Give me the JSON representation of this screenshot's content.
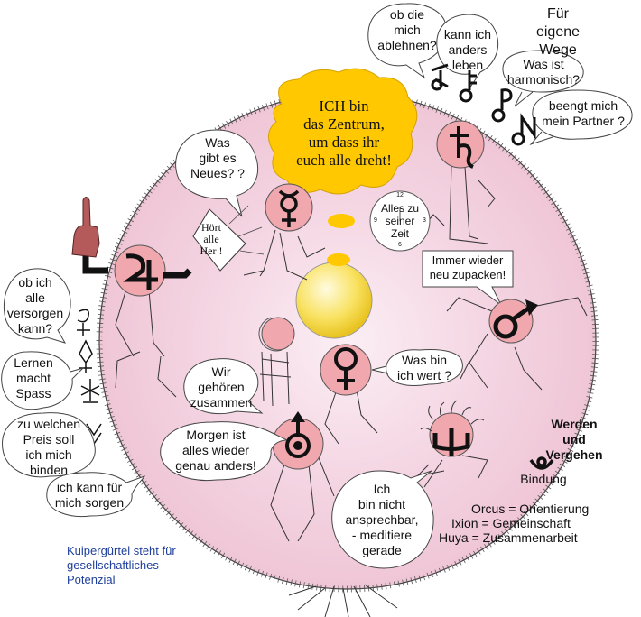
{
  "bubbles": {
    "top1": "ob die\nmich\nablehnen?",
    "top2": "kann ich\nanders\nleben",
    "fur": "Für\neigene\nWege",
    "harmonisch": "Was ist\nharmonisch?",
    "partner": "beengt mich\nmein Partner ?",
    "sun_thought": "ICH bin\ndas Zentrum,\num dass ihr\neuch alle dreht!",
    "mercury": "Was\ngibt es\nNeues? ?",
    "jupiter_cone": "Hört\nalle\nHer !",
    "saturn_clock": "Alles zu\nseiner\nZeit",
    "mars": "Immer wieder\nneu zupacken!",
    "versorgen": "ob ich\nalle\nversorgen\nkann?",
    "lernen": "Lernen\nmacht\nSpass",
    "preis": "zu welchen\nPreis soll\nich mich\nbinden",
    "sorgen": "ich kann für\nmich sorgen",
    "moon": "Wir\ngehören\nzusammen",
    "venus": "Was bin\nich wert ?",
    "uranus": "Morgen ist\nalles wieder\ngenau anders!",
    "pluto": "Ich\nbin nicht\nansprechbar,\n- meditiere\ngerade"
  },
  "labels": {
    "werden": "Werden\nund\nVergehen",
    "bindung": "Bindung",
    "legend1": "Orcus = Orientierung",
    "legend2": "Ixion = Gemeinschaft",
    "legend3": "Huya = Zusammenarbeit",
    "kuiper": "Kuipergürtel steht für\ngesellschaftliches\nPotenzial"
  },
  "clock": {
    "n12": "12",
    "n3": "3",
    "n6": "6",
    "n9": "9"
  },
  "colors": {
    "planet": "#f0a8ae",
    "sun": "#f7dc45",
    "thought": "#ffc800",
    "circle_fill": "#f6dde8",
    "blue_text": "#1f3f9a"
  },
  "icons": [
    "mercury-symbol",
    "jupiter-symbol",
    "saturn-symbol",
    "mars-symbol",
    "venus-symbol",
    "uranus-symbol",
    "neptune-symbol",
    "moon-symbol",
    "pointing-hand",
    "megaphone-cone",
    "clock"
  ]
}
